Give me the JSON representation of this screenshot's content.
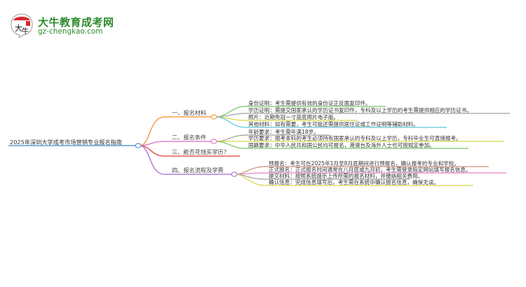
{
  "logo": {
    "title": "大牛教育成考网",
    "url": "gz-chengkao.com",
    "badge_text": "大牛",
    "brand_color": "#2e8b2e"
  },
  "mindmap": {
    "root": {
      "label": "2025年深圳大学成考市场营销专业报名指南",
      "color": "#5b9bd5"
    },
    "branches": [
      {
        "label": "一、报名材料",
        "color": "#f5a04a",
        "children": [
          {
            "text": "身份证明：考生需提供有效的身份证正反面复印件。",
            "color": "#7cc36b"
          },
          {
            "text": "学历证明：需提交国家承认的学历证书复印件，专科及以上学历的考生需提供相应的学历证书。",
            "color": "#a0a0a0"
          },
          {
            "text": "照片：近期免冠一寸蓝底照片电子版。",
            "color": "#d6d64a"
          },
          {
            "text": "其他材料：如有需要，考生可能还需提供居住证或工作证明等辅助材料。",
            "color": "#5bc8d8"
          }
        ]
      },
      {
        "label": "二、报名条件",
        "color": "#e87fc4",
        "children": [
          {
            "text": "年龄要求：考生需年满18岁。",
            "color": "#a0a0a0"
          },
          {
            "text": "学历要求：报考本科的考生必须持有国家承认的专科及以上学历，专科毕业生可直接报考。",
            "color": "#d6d64a"
          },
          {
            "text": "国籍要求：中华人民共和国公民均可报名，港澳台及海外人士也可按规定参加。",
            "color": "#7cc36b"
          }
        ]
      },
      {
        "label": "三、能否花钱买学历？",
        "color": "#e05a5a",
        "children": []
      },
      {
        "label": "四、报名流程及学费",
        "color": "#b07ed8",
        "children": [
          {
            "text": "预报名：考生可在2025年1月至8月底期间进行预报名，确认报考的专业和学校。",
            "color": "#c9907a"
          },
          {
            "text": "正式报名：正式报名时间通常在八月底或九月初，考生需登录指定网站填写报名信息。",
            "color": "#e87fc4"
          },
          {
            "text": "提交材料：按照系统提示上传所需的报名材料，并缴纳相关费用。",
            "color": "#a0a0a0"
          },
          {
            "text": "确认信息：完成信息填写后，考生需在系统中确认报名信息，确保无误。",
            "color": "#d6d64a"
          }
        ]
      }
    ]
  }
}
